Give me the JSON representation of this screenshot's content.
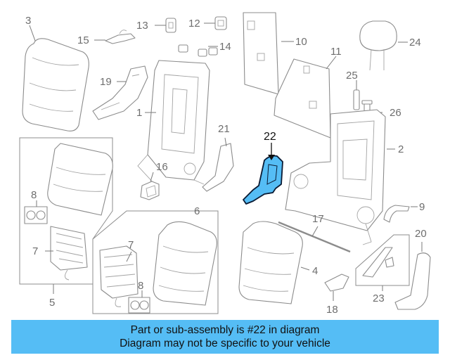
{
  "diagram": {
    "highlight_color": "#55bdf5",
    "highlighted_part": "22",
    "callouts": [
      "3",
      "13",
      "12",
      "10",
      "15",
      "14",
      "11",
      "24",
      "19",
      "25",
      "1",
      "26",
      "2",
      "21",
      "22",
      "16",
      "8",
      "9",
      "17",
      "6",
      "7",
      "20",
      "4",
      "23",
      "5",
      "18"
    ]
  },
  "banner": {
    "background": "#55bdf5",
    "line1": "Part or sub-assembly is #22 in diagram",
    "line2": "Diagram may not be specific to your vehicle"
  }
}
